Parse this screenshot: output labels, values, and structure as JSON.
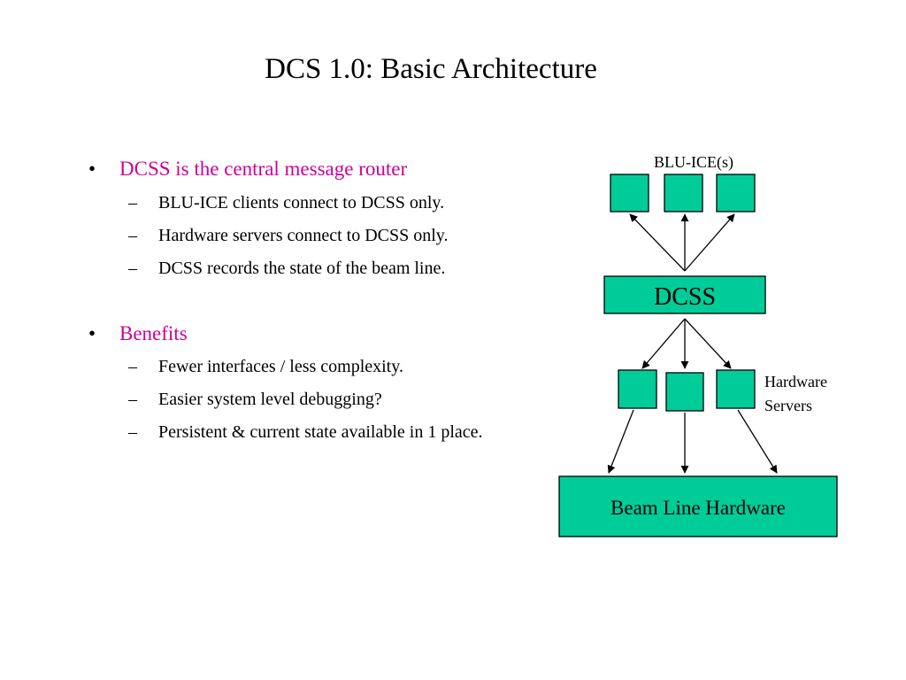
{
  "slide": {
    "title": "DCS 1.0: Basic Architecture"
  },
  "bullets": [
    {
      "marker": "•",
      "text": "DCSS is the central message router",
      "subitems": [
        {
          "marker": "–",
          "text": "BLU-ICE clients connect to DCSS only."
        },
        {
          "marker": "–",
          "text": "Hardware servers connect to DCSS only."
        },
        {
          "marker": "–",
          "text": "DCSS records the state of the beam line."
        }
      ]
    },
    {
      "marker": "•",
      "text": "Benefits",
      "subitems": [
        {
          "marker": "–",
          "text": "Fewer interfaces / less complexity."
        },
        {
          "marker": "–",
          "text": "Easier system level debugging?"
        },
        {
          "marker": "–",
          "text": "Persistent & current state available in 1 place."
        }
      ]
    }
  ],
  "diagram": {
    "clients_label": "BLU-ICE(s)",
    "hub_label": "DCSS",
    "servers_label_line1": "Hardware",
    "servers_label_line2": "Servers",
    "hardware_label": "Beam Line Hardware"
  },
  "colors": {
    "box_fill": "#00cc99",
    "accent_text": "#cc0099"
  }
}
